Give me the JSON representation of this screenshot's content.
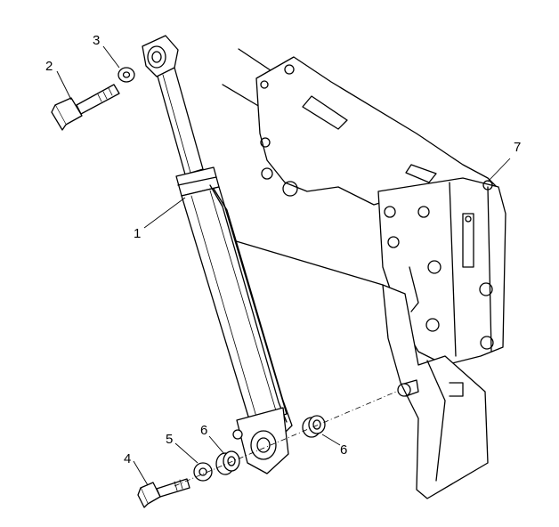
{
  "callouts": [
    {
      "id": "1",
      "label": "1"
    },
    {
      "id": "2",
      "label": "2"
    },
    {
      "id": "3",
      "label": "3"
    },
    {
      "id": "4",
      "label": "4"
    },
    {
      "id": "5",
      "label": "5"
    },
    {
      "id": "6a",
      "label": "6"
    },
    {
      "id": "6b",
      "label": "6"
    },
    {
      "id": "7",
      "label": "7"
    }
  ]
}
